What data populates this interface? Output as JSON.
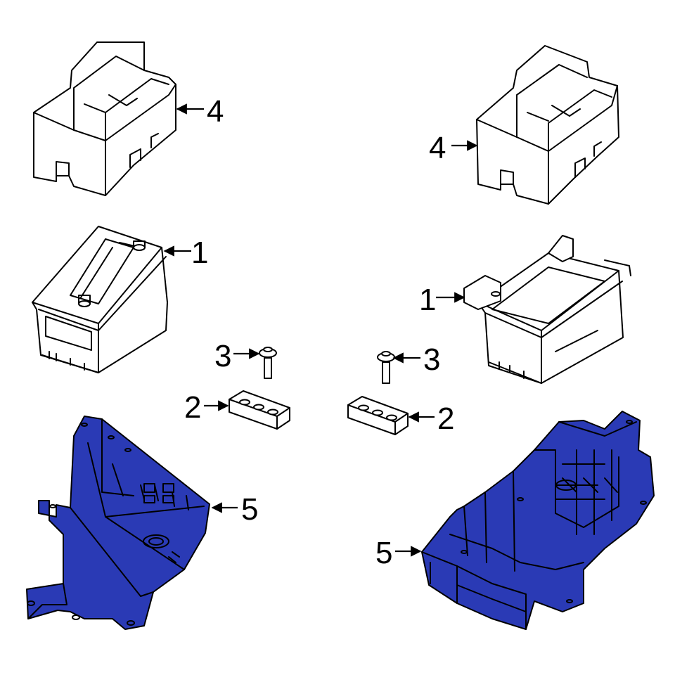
{
  "colors": {
    "highlight": "#2a3ab5",
    "highlight_dark": "#1d2a8a",
    "line": "#000000",
    "background": "#ffffff"
  },
  "callouts": {
    "cover_left": "4",
    "cover_right": "4",
    "battery_left": "1",
    "battery_right": "1",
    "bolt_left": "3",
    "bolt_right": "3",
    "clamp_left": "2",
    "clamp_right": "2",
    "tray_left": "5",
    "tray_right": "5"
  }
}
